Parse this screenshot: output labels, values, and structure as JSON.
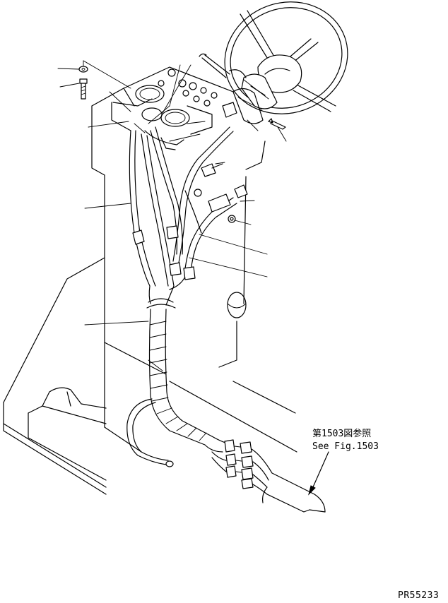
{
  "reference": {
    "line_jp": "第1503図参照",
    "line_en": "See Fig.1503"
  },
  "drawing_code": "PR55233"
}
